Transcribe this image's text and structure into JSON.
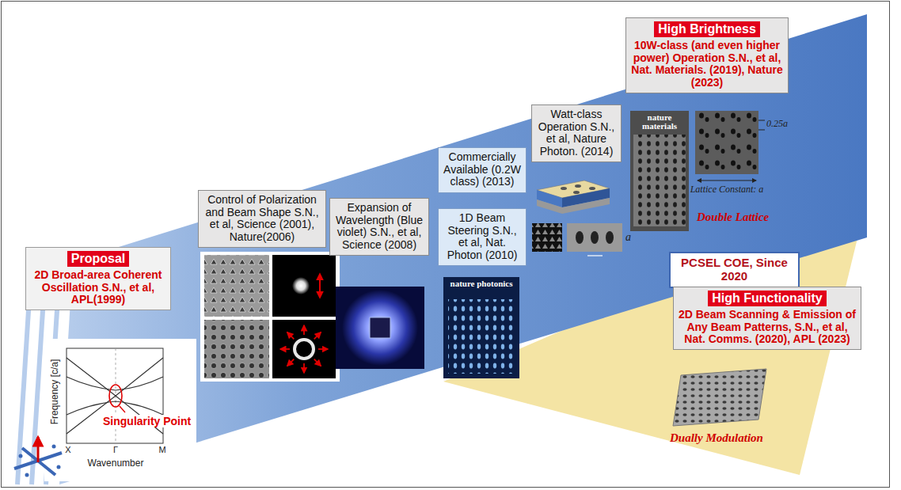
{
  "diagram": {
    "nodes": [
      {
        "text": [
          "Proposal",
          "2D Broad-area Coherent Oscillation S.N., et al, APL(1999)"
        ]
      },
      {
        "text": [
          "Control of Polarization and Beam Shape S.N., et al, Science (2001), Nature(2006)"
        ]
      },
      {
        "text": [
          "Expansion of Wavelength (Blue violet) S.N., et al, Science (2008)"
        ]
      },
      {
        "text": [
          "Commercially Available (0.2W class) (2013)"
        ]
      },
      {
        "text": [
          "1D Beam Steering S.N., et al, Nat. Photon (2010)"
        ]
      },
      {
        "text": [
          "Watt-class Operation S.N., et al, Nature Photon. (2014)"
        ]
      },
      {
        "text": [
          "High Brightness",
          "10W-class (and even higher power) Operation S.N., et al, Nat. Materials. (2019), Nature (2023)"
        ]
      },
      {
        "text": [
          "PCSEL COE, Since 2020"
        ]
      },
      {
        "text": [
          "High Functionality",
          "2D Beam Scanning & Emission of Any Beam Patterns, S.N., et al, Nat. Comms. (2020), APL (2023)"
        ]
      }
    ],
    "labels": [
      "Singularity Point",
      "Frequency [c/a]",
      "Wavenumber",
      "X",
      "Γ",
      "M",
      "nature photonics",
      "a",
      "nature materials",
      "0.25a",
      "Lattice Constant: a",
      "Double Lattice",
      "Dually Modulation"
    ]
  }
}
